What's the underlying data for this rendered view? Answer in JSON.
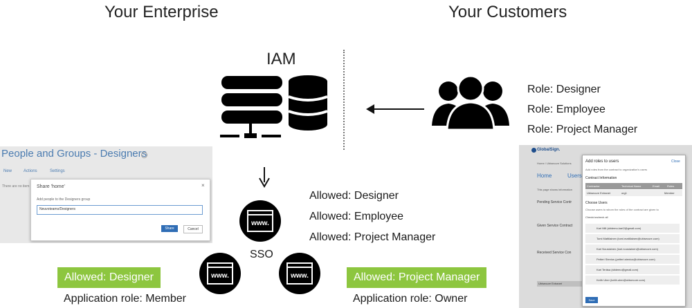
{
  "headings": {
    "enterprise": "Your Enterprise",
    "customers": "Your Customers"
  },
  "iam_label": "IAM",
  "customer_roles": [
    "Role: Designer",
    "Role: Employee",
    "Role: Project Manager"
  ],
  "allowed_roles": [
    "Allowed: Designer",
    "Allowed: Employee",
    "Allowed: Project Manager"
  ],
  "sso_label": "SSO",
  "web_icon_text": "www.",
  "left_app": {
    "allowed": "Allowed: Designer",
    "app_role": "Application role: Member"
  },
  "right_app": {
    "allowed": "Allowed: Project Manager",
    "app_role": "Application role: Owner"
  },
  "colors": {
    "allowed_box": "#8dc63f",
    "icon": "#000000"
  },
  "left_screenshot": {
    "title": "People and Groups - Designers",
    "menu": [
      "New",
      "Actions",
      "Settings"
    ],
    "side_text": "There are no item",
    "dialog_title": "Share 'home'",
    "dialog_label": "Add people to the Designers group",
    "dialog_input": "Neuvoteams/Designers",
    "share_button": "Share",
    "cancel_button": "Cancel"
  },
  "right_screenshot": {
    "brand": "GlobalSign.",
    "nav": [
      "Home",
      "Users"
    ],
    "nav_small": "Home / Ubisecure Solutions",
    "side_labels": [
      "This page shows information",
      "Pending Service Contr",
      "Given Service Contract",
      "Received Service Con"
    ],
    "dialog_title": "Add roles to users",
    "close": "Close",
    "dialog_sub": "Add roles from the contract to organization's users",
    "contract_info": "Contract Information",
    "table_head": [
      "Contractor",
      "Technical Name",
      "Email",
      "Roles"
    ],
    "table_row": [
      "Ubisecure Extranet",
      "org1",
      "",
      "Member"
    ],
    "choose_users": "Choose Users",
    "choose_desc": "Choose users to whom the roles of the contract are given to",
    "check_all": "Check/uncheck all",
    "users": [
      "Kari Mill (sitdemo-kari2@gmail.com)",
      "Tomi Mattilainen (tomi.mattilainen@ubisecure.com)",
      "Kari Nousiainen (kari.nousiainen@ubisecure.com)",
      "Petteri Stenius (petteri.stenius@ubisecure.com)",
      "Kari Teräsa (sitdemo@gmail.com)",
      "Keith Uber (keith.uber@ubisecure.com)"
    ],
    "save_button": "Save",
    "footer_row": "Ubisecure Extranet"
  }
}
